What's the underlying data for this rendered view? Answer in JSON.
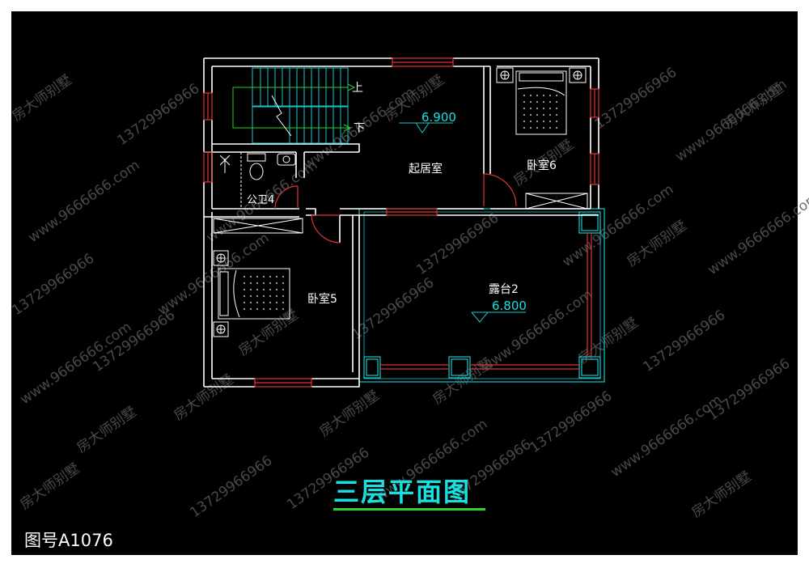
{
  "drawing": {
    "title": "三层平面图",
    "drawing_number": "图号A1076",
    "stairs": {
      "up": "上",
      "down": "下"
    },
    "rooms": {
      "living": "起居室",
      "bedroom6": "卧室6",
      "toilet": "公卫4",
      "bedroom5": "卧室5",
      "terrace": "露台2"
    },
    "elevations": {
      "living": "6.900",
      "terrace": "6.800"
    },
    "watermarks": [
      "房大师别墅",
      "13729966966",
      "www.9666666.com"
    ]
  },
  "colors": {
    "background": "#000000",
    "frame": "#ffffff",
    "wall": "#ffffff",
    "window": "#e03434",
    "door_arc": "#e03434",
    "title": "#18e0e0",
    "title_underline": "#29d329",
    "elevation": "#18e0e0",
    "stair_arrow": "#29d329",
    "watermark": "#5a5a5a"
  }
}
